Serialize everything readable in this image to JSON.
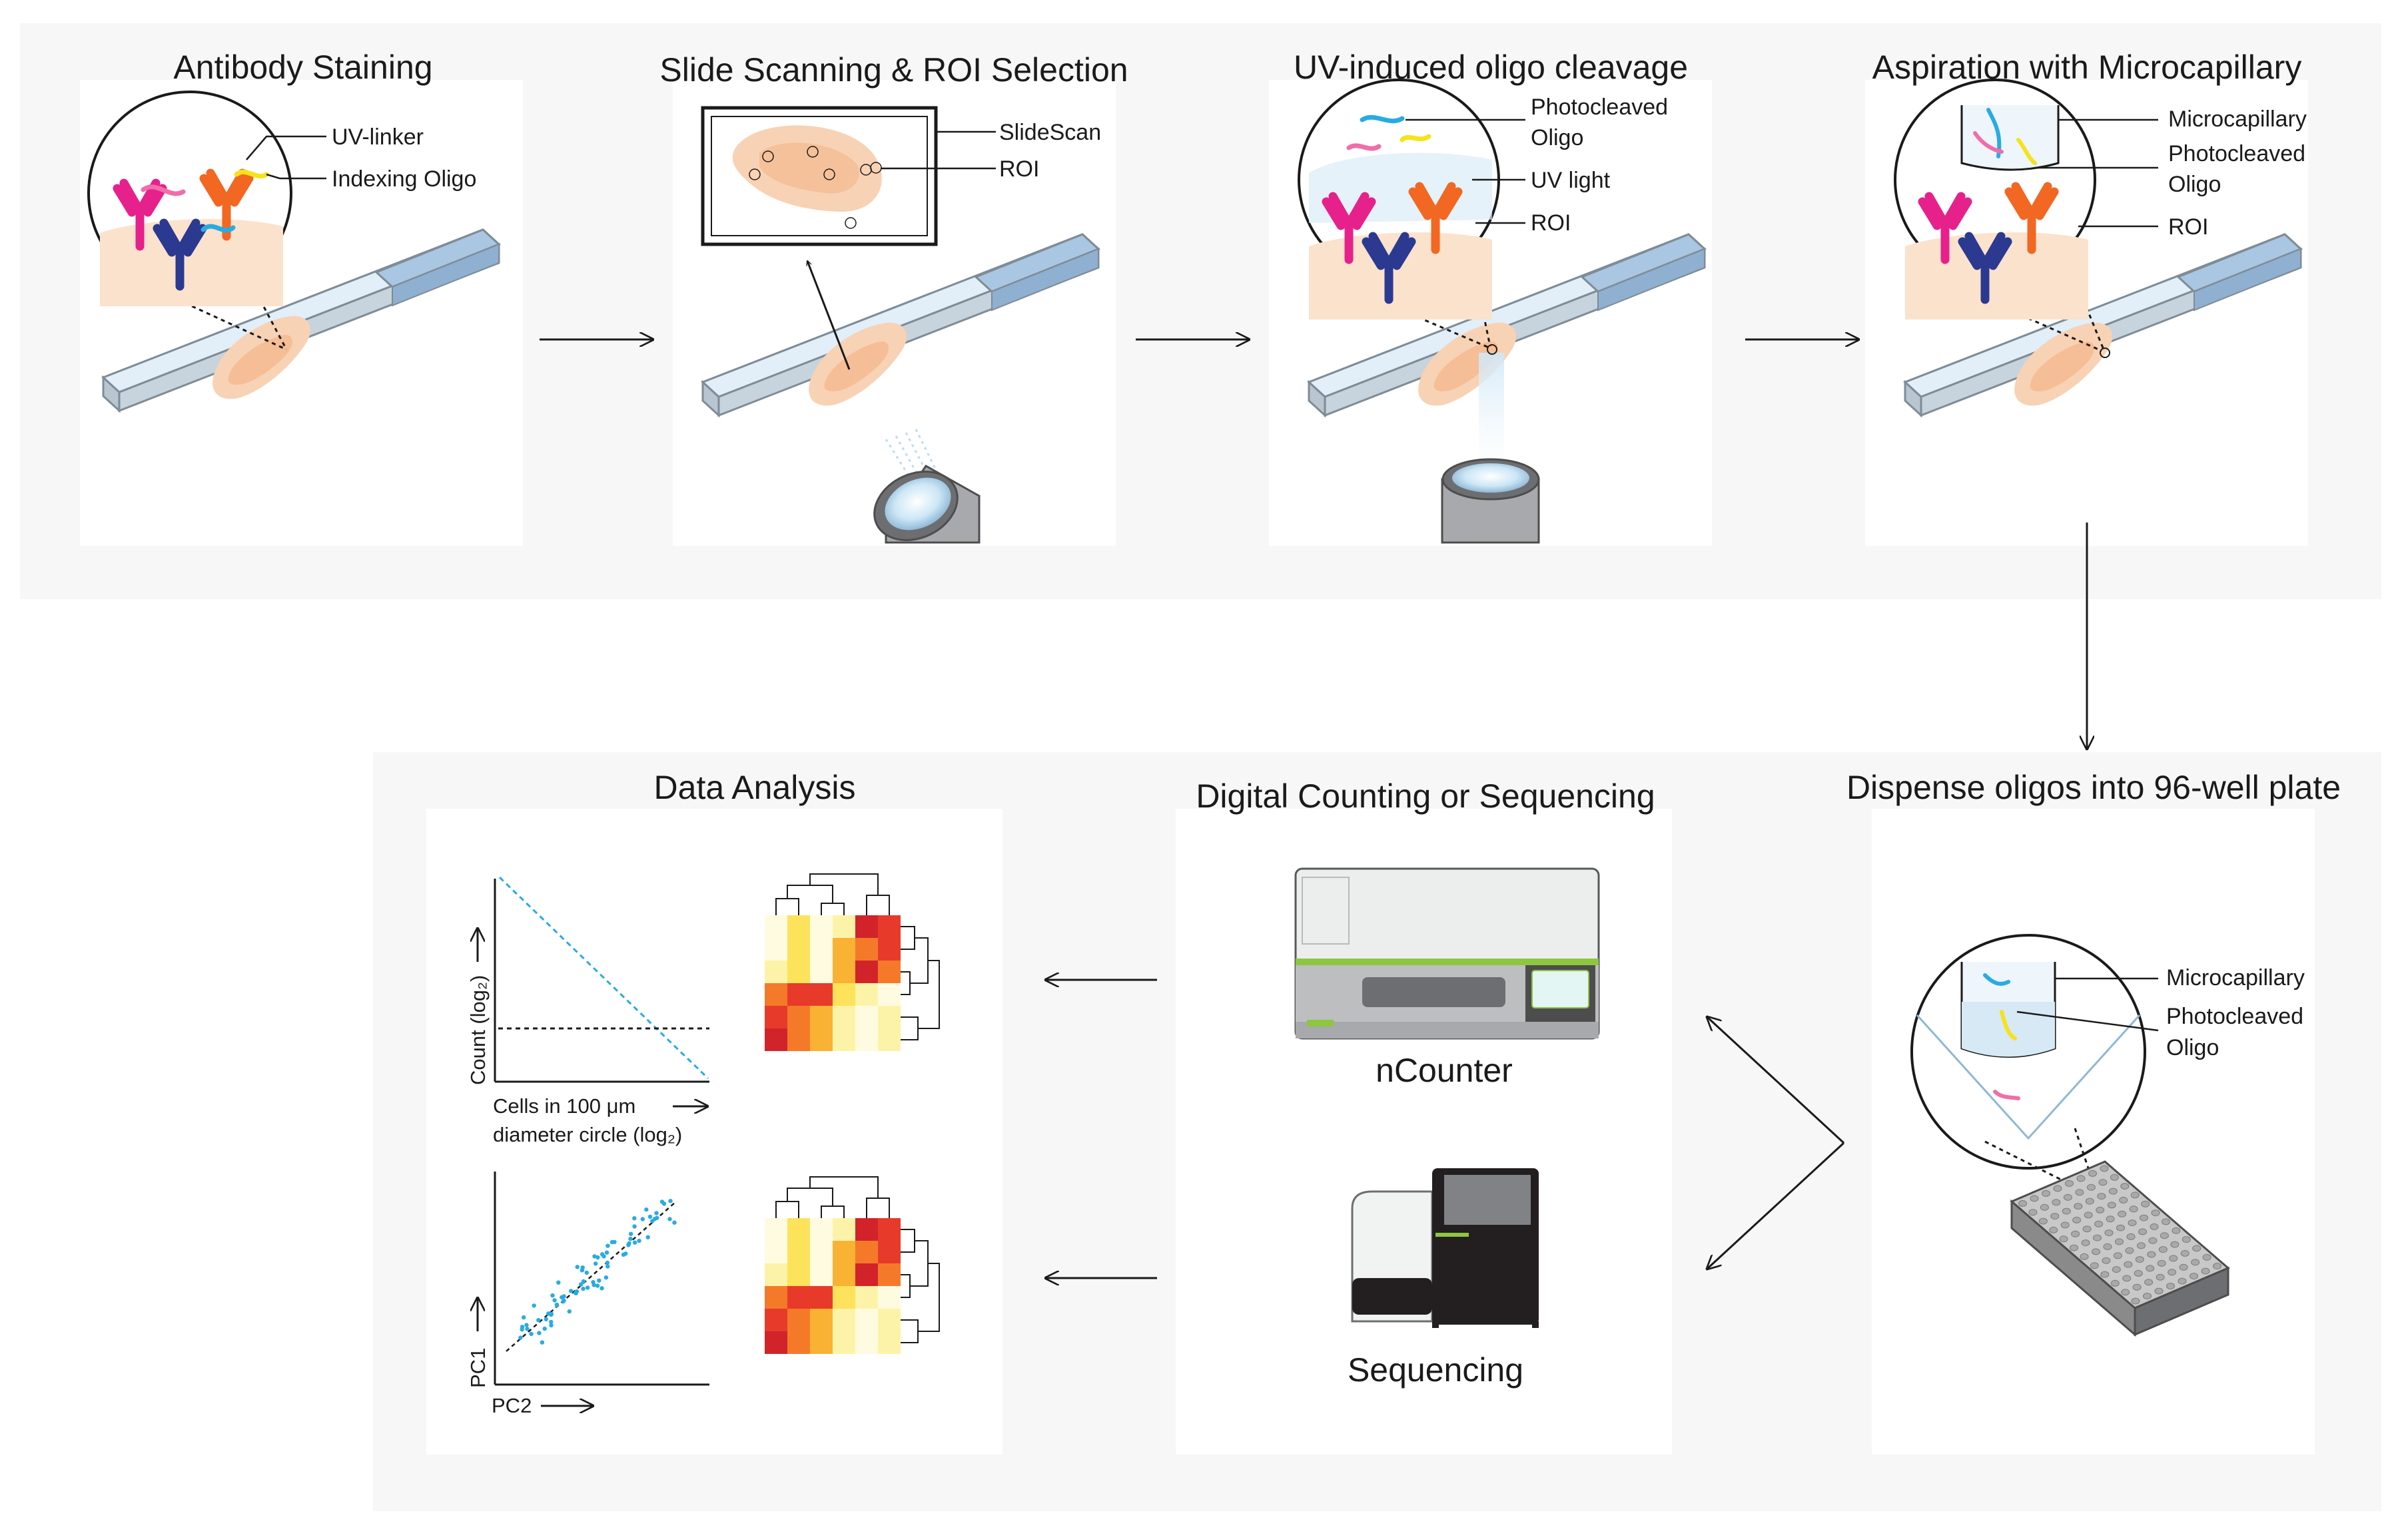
{
  "titles": {
    "antibody_staining": "Antibody Staining",
    "slide_scanning": "Slide Scanning & ROI Selection",
    "uv_cleavage": "UV-induced oligo cleavage",
    "aspiration": "Aspiration with Microcapillary",
    "dispense": "Dispense oligos into 96-well plate",
    "digital_counting": "Digital Counting or Sequencing",
    "data_analysis": "Data Analysis"
  },
  "labels": {
    "uv_linker": "UV-linker",
    "indexing_oligo": "Indexing Oligo",
    "slidescan": "SlideScan",
    "roi": "ROI",
    "photocleaved": "Photocleaved",
    "oligo": "Oligo",
    "uv_light": "UV light",
    "microcapillary": "Microcapillary"
  },
  "instruments": {
    "ncounter": "nCounter",
    "sequencing": "Sequencing"
  },
  "plots": {
    "count_axis": "Count (log₂)",
    "cells_axis_line1": "Cells in 100 μm",
    "cells_axis_line2": "diameter circle (log₂)",
    "pc1_axis": "PC1",
    "pc2_axis": "PC2"
  },
  "colors": {
    "magenta": "#e6218c",
    "orange": "#f26722",
    "navy": "#2b3990",
    "cyan": "#29abe2",
    "yellow": "#f7e21b",
    "pink": "#f06eaa",
    "slide_label": "#a9c6e3",
    "tissue": "#f8c9a6",
    "panel_bg": "#f7f7f7"
  }
}
